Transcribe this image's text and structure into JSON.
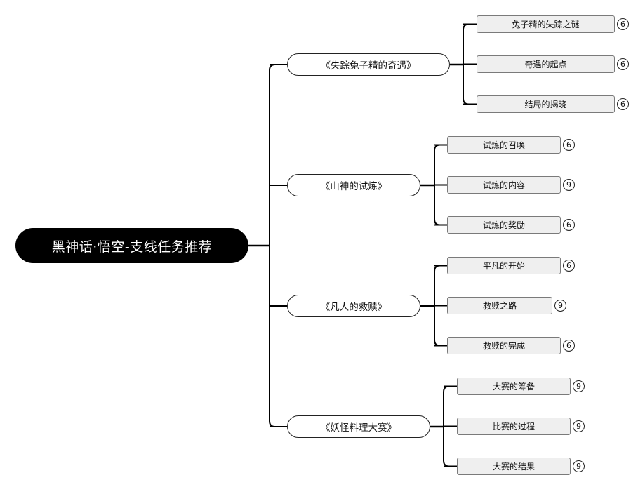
{
  "root": {
    "label": "黑神话·悟空-支线任务推荐"
  },
  "branches": [
    {
      "label": "《失踪兔子精的奇遇》",
      "children": [
        {
          "label": "兔子精的失踪之谜",
          "badge": "6"
        },
        {
          "label": "奇遇的起点",
          "badge": "6"
        },
        {
          "label": "结局的揭晓",
          "badge": "6"
        }
      ]
    },
    {
      "label": "《山神的试炼》",
      "children": [
        {
          "label": "试炼的召唤",
          "badge": "6"
        },
        {
          "label": "试炼的内容",
          "badge": "9"
        },
        {
          "label": "试炼的奖励",
          "badge": "6"
        }
      ]
    },
    {
      "label": "《凡人的救赎》",
      "children": [
        {
          "label": "平凡的开始",
          "badge": "6"
        },
        {
          "label": "救赎之路",
          "badge": "9"
        },
        {
          "label": "救赎的完成",
          "badge": "6"
        }
      ]
    },
    {
      "label": "《妖怪料理大赛》",
      "children": [
        {
          "label": "大赛的筹备",
          "badge": "9"
        },
        {
          "label": "比赛的过程",
          "badge": "9"
        },
        {
          "label": "大赛的结果",
          "badge": "9"
        }
      ]
    }
  ]
}
